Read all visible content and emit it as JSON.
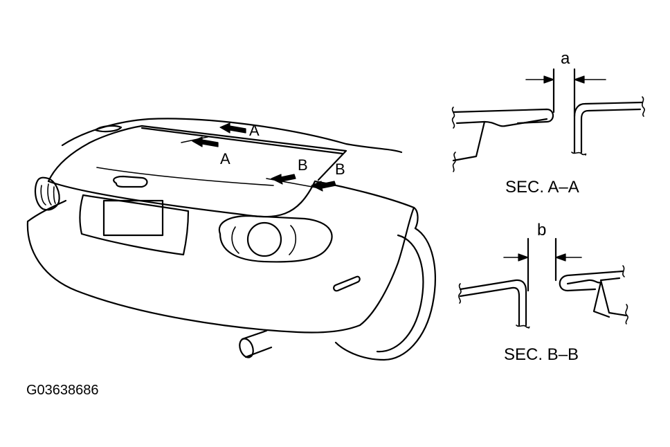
{
  "figure_code": "G03638686",
  "callouts": {
    "a_upper": "A",
    "a_lower": "A",
    "b_left": "B",
    "b_right": "B"
  },
  "sections": {
    "aa": {
      "title": "SEC. A–A",
      "gap_label": "a"
    },
    "bb": {
      "title": "SEC. B–B",
      "gap_label": "b"
    }
  }
}
